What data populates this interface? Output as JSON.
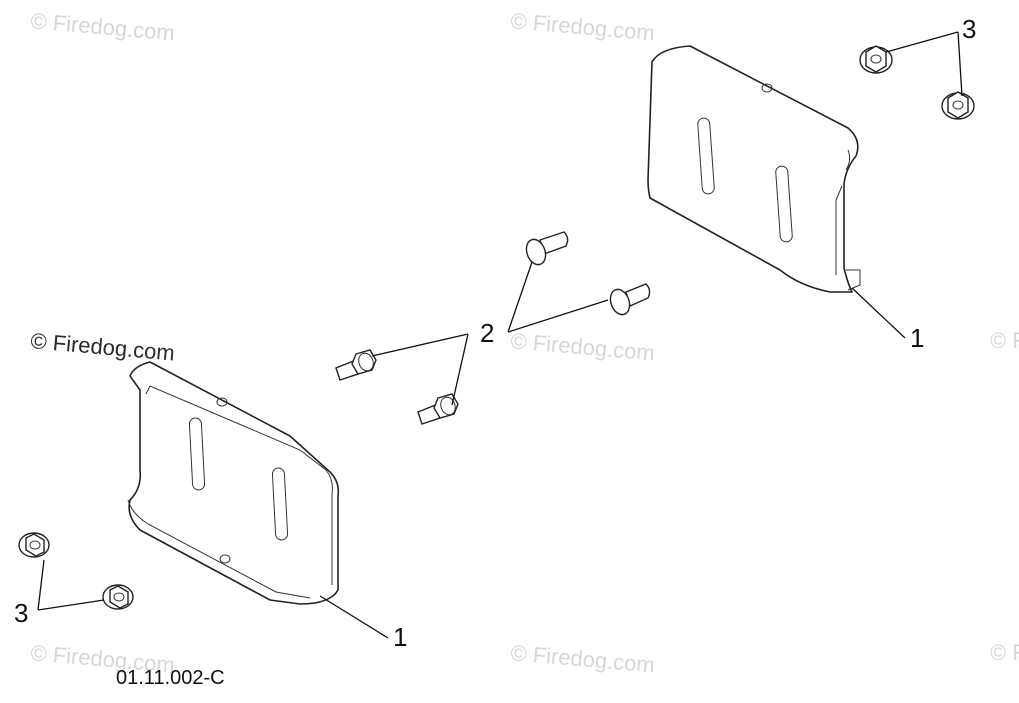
{
  "watermark": "© Firedog.com",
  "callouts": {
    "shield_left": "1",
    "shield_right": "1",
    "bolts": "2",
    "nuts_left": "3",
    "nuts_right": "3"
  },
  "diagram_code": "01.11.002-C"
}
